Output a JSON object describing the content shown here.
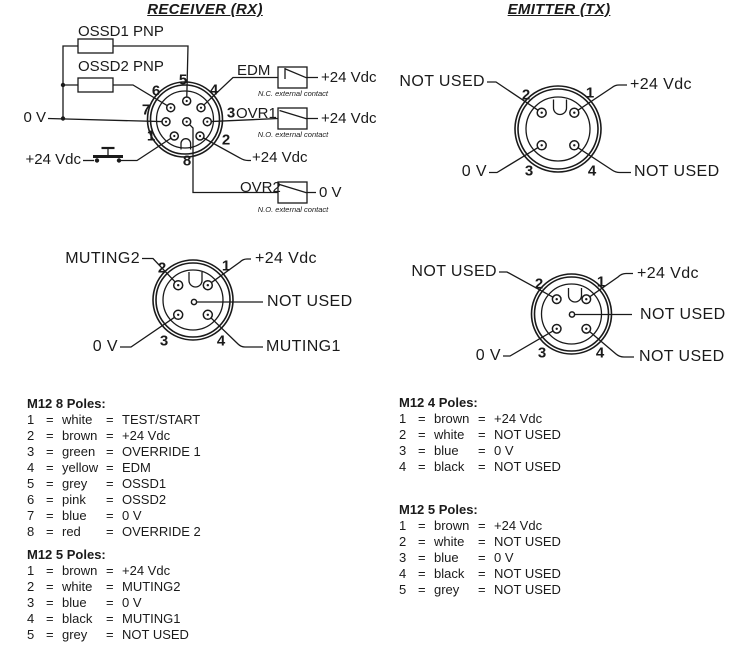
{
  "headers": {
    "receiver": "RECEIVER (RX)",
    "emitter": "EMITTER (TX)"
  },
  "eq": "=",
  "colors": {
    "ink": "#1a1a1a",
    "paper": "#ffffff"
  },
  "rx8": {
    "ossd1": "OSSD1 PNP",
    "ossd2": "OSSD2 PNP",
    "zero_v": "0 V",
    "test_supply": "+24 Vdc",
    "edm_label": "EDM",
    "edm_supply": "+24 Vdc",
    "edm_note": "N.C. external contact",
    "ovr1_label": "OVR1",
    "ovr1_supply": "+24 Vdc",
    "ovr1_note": "N.O. external contact",
    "pin2_supply": "+24 Vdc",
    "ovr2_label": "OVR2",
    "ovr2_terminal": "0 V",
    "ovr2_note": "N.O. external contact",
    "pins": {
      "p1": "1",
      "p2": "2",
      "p3": "3",
      "p4": "4",
      "p5": "5",
      "p6": "6",
      "p7": "7",
      "p8": "8"
    }
  },
  "rx5": {
    "pins": {
      "p1": "1",
      "p2": "2",
      "p3": "3",
      "p4": "4"
    },
    "pin1": "+24 Vdc",
    "pin2": "MUTING2",
    "pin3": "0 V",
    "pin4": "MUTING1",
    "center": "NOT USED"
  },
  "tx4": {
    "pins": {
      "p1": "1",
      "p2": "2",
      "p3": "3",
      "p4": "4"
    },
    "pin1": "+24 Vdc",
    "pin2": "NOT USED",
    "pin3": "0 V",
    "pin4": "NOT USED"
  },
  "tx5": {
    "pins": {
      "p1": "1",
      "p2": "2",
      "p3": "3",
      "p4": "4"
    },
    "pin1": "+24 Vdc",
    "pin2": "NOT USED",
    "pin3": "0 V",
    "pin4": "NOT USED",
    "center": "NOT USED"
  },
  "tables": {
    "rx8": {
      "title": "M12 8 Poles:",
      "rows": [
        [
          "1",
          "white",
          "TEST/START"
        ],
        [
          "2",
          "brown",
          "+24 Vdc"
        ],
        [
          "3",
          "green",
          "OVERRIDE 1"
        ],
        [
          "4",
          "yellow",
          "EDM"
        ],
        [
          "5",
          "grey",
          "OSSD1"
        ],
        [
          "6",
          "pink",
          "OSSD2"
        ],
        [
          "7",
          "blue",
          "0 V"
        ],
        [
          "8",
          "red",
          "OVERRIDE 2"
        ]
      ]
    },
    "rx5": {
      "title": "M12 5 Poles:",
      "rows": [
        [
          "1",
          "brown",
          "+24 Vdc"
        ],
        [
          "2",
          "white",
          "MUTING2"
        ],
        [
          "3",
          "blue",
          "0 V"
        ],
        [
          "4",
          "black",
          "MUTING1"
        ],
        [
          "5",
          "grey",
          "NOT USED"
        ]
      ]
    },
    "tx4": {
      "title": "M12 4 Poles:",
      "rows": [
        [
          "1",
          "brown",
          "+24 Vdc"
        ],
        [
          "2",
          "white",
          "NOT USED"
        ],
        [
          "3",
          "blue",
          "0 V"
        ],
        [
          "4",
          "black",
          "NOT USED"
        ]
      ]
    },
    "tx5": {
      "title": "M12 5 Poles:",
      "rows": [
        [
          "1",
          "brown",
          "+24 Vdc"
        ],
        [
          "2",
          "white",
          "NOT USED"
        ],
        [
          "3",
          "blue",
          "0 V"
        ],
        [
          "4",
          "black",
          "NOT USED"
        ],
        [
          "5",
          "grey",
          "NOT USED"
        ]
      ]
    }
  }
}
